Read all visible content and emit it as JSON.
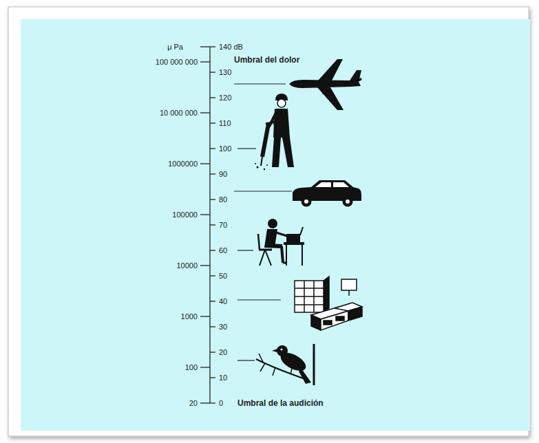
{
  "diagram": {
    "labels": [
      "μ Pa",
      "140 dB",
      "100 000 000",
      "Umbral del dolor",
      "130",
      "120",
      "10 000 000",
      "110",
      "100",
      "1000000",
      "90",
      "80",
      "100000",
      "70",
      "60",
      "10000",
      "50",
      "40",
      "1000",
      "30",
      "20",
      "100",
      "10",
      "20",
      "0",
      "Umbral de la audición"
    ]
  }
}
